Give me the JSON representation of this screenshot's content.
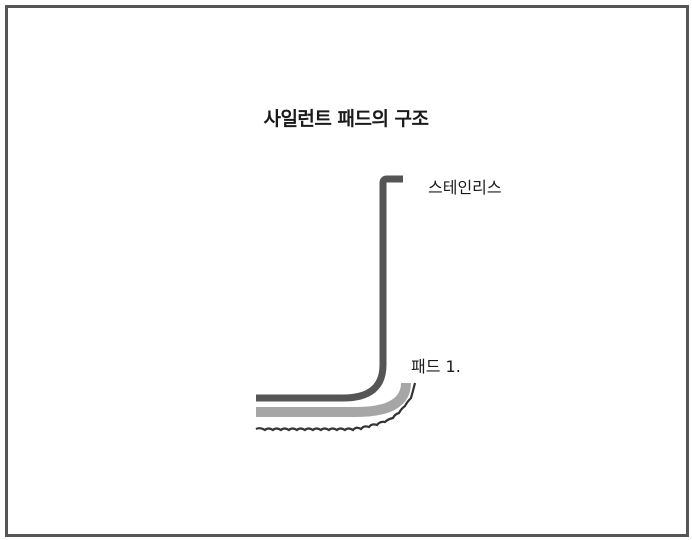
{
  "diagram": {
    "title": "사일런트 패드의 구조",
    "labels": {
      "stainless": "스테인리스",
      "pad": "패드 1."
    },
    "colors": {
      "frame": "#555555",
      "stainless_layer": "#555555",
      "pad_layer": "#a6a6a6",
      "wavy_layer": "#333333",
      "text": "#1a1a1a"
    }
  }
}
